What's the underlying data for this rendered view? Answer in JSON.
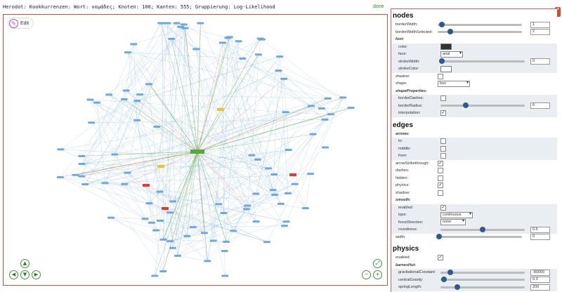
{
  "title": "Herodot: Kookkurrenzen: Wort: νομάδες; Knoten: 100; Kanten: 555; Gruppierung: Log-Likelihood",
  "status": "done",
  "edit_label": "Edit",
  "colors": {
    "frame": "#c0593f",
    "edge_blue": "#9ec3e6",
    "edge_green": "#6ab04c",
    "edge_red": "#e57373",
    "node_blue": "#6fa8dc",
    "center_node": "#57a845",
    "accent": "#2d5a93"
  },
  "nav_icons": [
    "arrow-up-icon",
    "arrow-left-icon",
    "arrow-down-icon",
    "arrow-right-icon",
    "zoom-out-icon",
    "zoom-in-icon"
  ],
  "nodes": {
    "title": "nodes",
    "borderWidth": {
      "label": "borderWidth:",
      "value": "1"
    },
    "borderWidthSelected": {
      "label": "borderWidthSelected:",
      "value": "2"
    },
    "font": {
      "label": "font:",
      "color": "color:",
      "face": "face:",
      "face_value": "arial",
      "strokeWidth": "strokeWidth:",
      "strokeWidth_value": "0",
      "strokeColor": "strokeColor:"
    },
    "shadow": "shadow:",
    "shape": {
      "label": "shape:",
      "value": "box"
    },
    "shapeProperties": {
      "label": "shapeProperties:",
      "borderDashes": "borderDashes:",
      "borderRadius": "borderRadius:",
      "borderRadius_value": "6",
      "interpolation": "interpolation:"
    }
  },
  "edges": {
    "title": "edges",
    "arrows": {
      "label": "arrows:",
      "to": "to:",
      "middle": "middle:",
      "from": "from:"
    },
    "arrowStrikethrough": "arrowStrikethrough:",
    "dashes": "dashes:",
    "hidden": "hidden:",
    "physics": "physics:",
    "shadow": "shadow:",
    "smooth": {
      "label": "smooth:",
      "enabled": "enabled:",
      "type": "type:",
      "type_value": "continuous",
      "forceDirection": "forceDirection:",
      "forceDirection_value": "none",
      "roundness": "roundness:",
      "roundness_value": "0.5"
    },
    "width": {
      "label": "width:",
      "value": "0"
    }
  },
  "physics": {
    "title": "physics",
    "enabled": "enabled:",
    "barnesHut": "barnesHut:",
    "gravitationalConstant": {
      "label": "gravitationalConstant:",
      "value": "-80000"
    },
    "centralGravity": {
      "label": "centralGravity:",
      "value": "0.3"
    },
    "springLength": {
      "label": "springLength:",
      "value": "200"
    }
  }
}
